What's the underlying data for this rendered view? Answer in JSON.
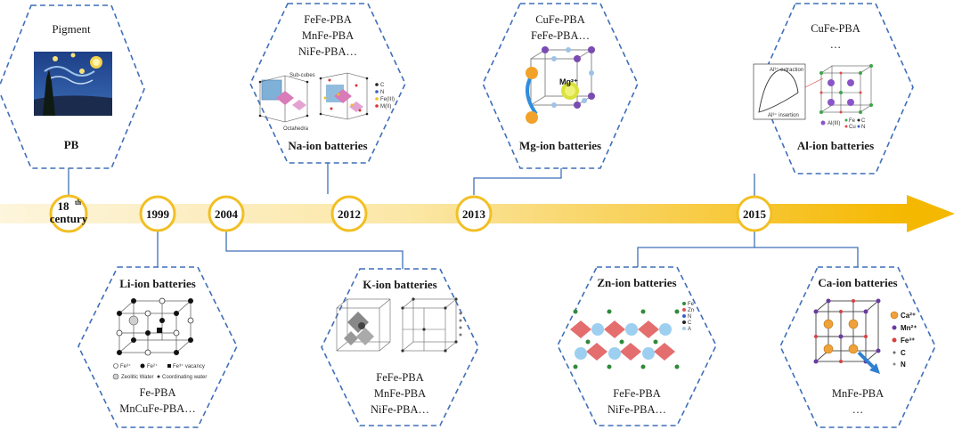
{
  "colors": {
    "hex_border": "#3f6fb8",
    "connector": "#3f6fb8",
    "timeline_light": "#fbf1cf",
    "timeline_dark": "#f5b800",
    "year_ring": "#f2bf24"
  },
  "years": {
    "y18": {
      "main": "18",
      "sup": "th",
      "sub": "century"
    },
    "y1999": "1999",
    "y2004": "2004",
    "y2012": "2012",
    "y2013": "2013",
    "y2015": "2015"
  },
  "hexes": {
    "pb": {
      "top": "Pigment",
      "bottom": "PB"
    },
    "na": {
      "line1": "FeFe-PBA",
      "line2": "MnFe-PBA",
      "line3": "NiFe-PBA…",
      "title": "Na-ion batteries",
      "inset": [
        "Sub-cubes",
        "Octahedra"
      ],
      "legend": [
        "C",
        "N",
        "Fe(III)",
        "M(II)"
      ]
    },
    "mg": {
      "line1": "CuFe-PBA",
      "line2": "FeFe-PBA…",
      "title": "Mg-ion batteries",
      "ion": "Mg²⁺"
    },
    "al": {
      "line1": "CuFe-PBA",
      "line2": "…",
      "title": "Al-ion batteries",
      "cv_top": "Al³⁺ extraction",
      "cv_bottom": "Al³⁺ insertion",
      "legend": [
        "Al(III)",
        "Fe",
        "Cu",
        "C",
        "N"
      ]
    },
    "li": {
      "title": "Li-ion batteries",
      "line1": "Fe-PBA",
      "line2": "MnCuFe-PBA…",
      "legend": [
        "Fe³⁺",
        "Fe²⁺",
        "Fe³⁺ vacancy",
        "Zeolitic Water",
        "Coordinating water"
      ]
    },
    "k": {
      "title": "K-ion batteries",
      "line1": "FeFe-PBA",
      "line2": "MnFe-PBA",
      "line3": "NiFe-PBA…"
    },
    "zn": {
      "title": "Zn-ion batteries",
      "line1": "FeFe-PBA",
      "line2": "NiFe-PBA…",
      "legend": [
        "Fe",
        "Zn",
        "N",
        "C",
        "A"
      ]
    },
    "ca": {
      "title": "Ca-ion batteries",
      "line1": "MnFe-PBA",
      "line2": "…",
      "legend": [
        "Ca²⁺",
        "Mn²⁺",
        "Fe³⁺",
        "C",
        "N"
      ]
    }
  }
}
